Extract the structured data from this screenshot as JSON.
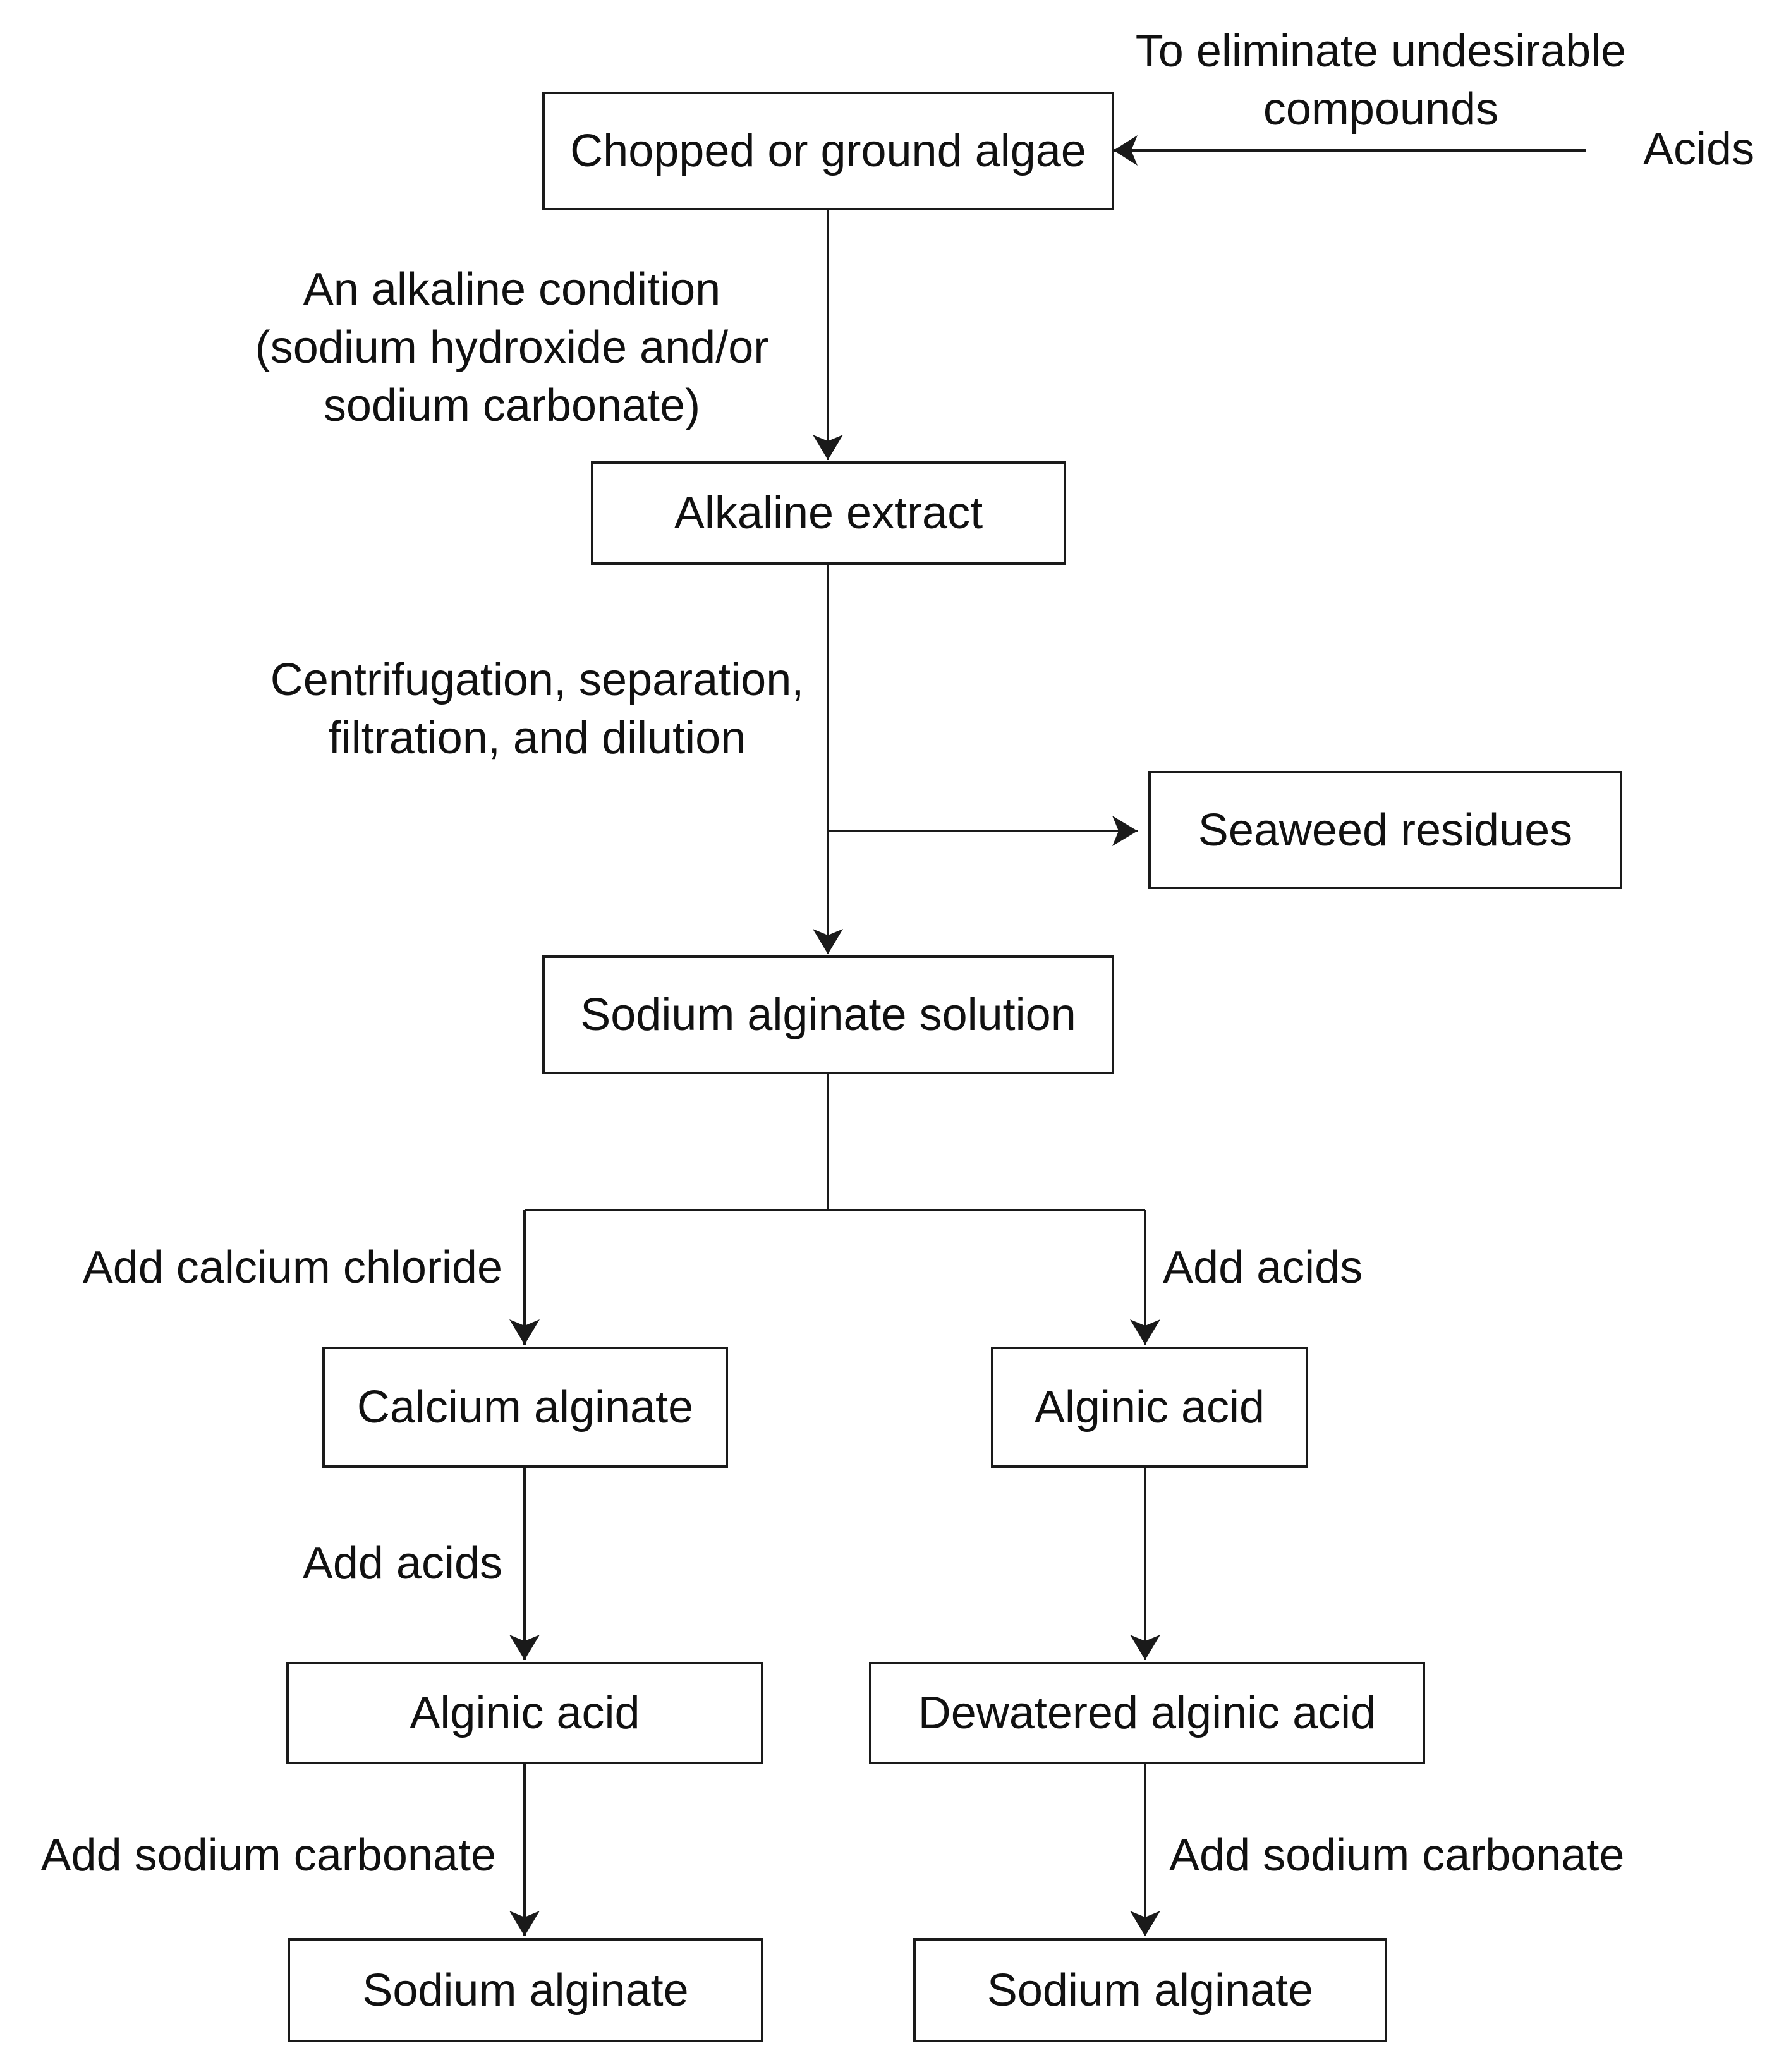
{
  "nodes": {
    "chopped_algae": "Chopped or ground algae",
    "alkaline_extract": "Alkaline extract",
    "seaweed_residues": "Seaweed residues",
    "sodium_alginate_solution": "Sodium alginate solution",
    "calcium_alginate": "Calcium alginate",
    "alginic_acid_right": "Alginic acid",
    "alginic_acid_left": "Alginic acid",
    "dewatered_alginic_acid": "Dewatered alginic acid",
    "sodium_alginate_left": "Sodium alginate",
    "sodium_alginate_right": "Sodium alginate"
  },
  "labels": {
    "acids_input": "Acids",
    "eliminate_note": [
      "To eliminate undesirable",
      "compounds"
    ],
    "alkaline_condition": [
      "An alkaline condition",
      "(sodium hydroxide and/or",
      "sodium carbonate)"
    ],
    "centrifugation": [
      "Centrifugation, separation,",
      "filtration, and dilution"
    ],
    "add_calcium_chloride": "Add calcium chloride",
    "add_acids_right": "Add acids",
    "add_acids_left": "Add acids",
    "add_sodium_carbonate_left": "Add sodium carbonate",
    "add_sodium_carbonate_right": "Add sodium carbonate"
  },
  "colors": {
    "line": "#1a1a1a",
    "text": "#111111",
    "background": "#ffffff"
  }
}
